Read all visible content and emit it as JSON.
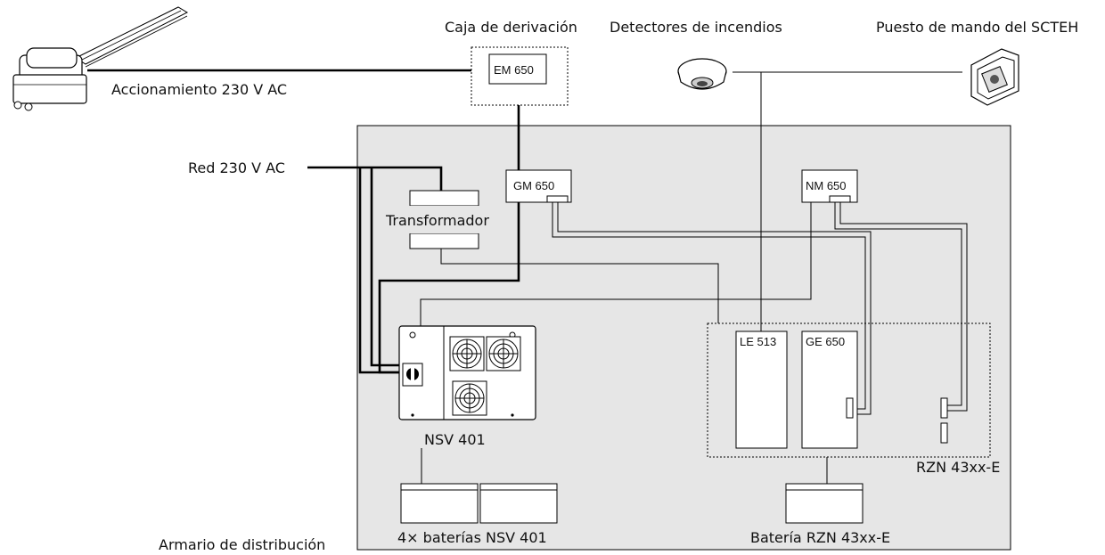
{
  "labels": {
    "junction_box": "Caja de derivación",
    "fire_detectors": "Detectores de incendios",
    "control_station": "Puesto de mando del SCTEH",
    "actuator": "Accionamiento 230 V AC",
    "mains": "Red 230 V AC",
    "transformer": "Transformador",
    "nsv401": "NSV 401",
    "rzn": "RZN 43xx-E",
    "batteries_nsv": "4× baterías NSV 401",
    "battery_rzn": "Batería RZN 43xx-E",
    "cabinet": "Armario de distribución"
  },
  "modules": {
    "em650": "EM 650",
    "gm650": "GM 650",
    "nm650": "NM 650",
    "le513": "LE 513",
    "ge650": "GE 650"
  }
}
